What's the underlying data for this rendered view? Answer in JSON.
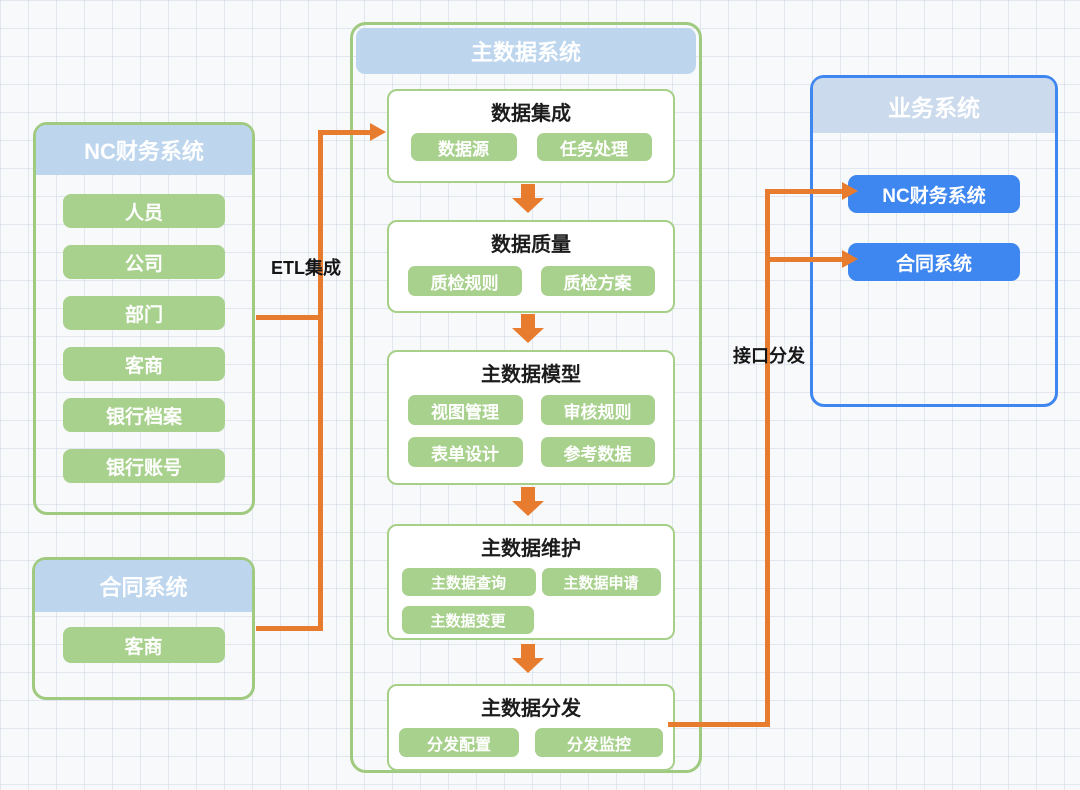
{
  "colors": {
    "orange": "#e87c2e",
    "green_border": "#9fca80",
    "green_chip": "#a9d18e",
    "header_blue": "#bdd6ee",
    "business_header_blue": "#cbdaec",
    "blue": "#3e86f0",
    "background": "#f8f9fb"
  },
  "left_panels": {
    "nc_finance": {
      "title": "NC财务系统",
      "items": [
        "人员",
        "公司",
        "部门",
        "客商",
        "银行档案",
        "银行账号"
      ]
    },
    "contract": {
      "title": "合同系统",
      "items": [
        "客商"
      ]
    }
  },
  "center_panel": {
    "title": "主数据系统",
    "sections": [
      {
        "title": "数据集成",
        "items": [
          "数据源",
          "任务处理"
        ]
      },
      {
        "title": "数据质量",
        "items": [
          "质检规则",
          "质检方案"
        ]
      },
      {
        "title": "主数据模型",
        "items": [
          "视图管理",
          "审核规则",
          "表单设计",
          "参考数据"
        ]
      },
      {
        "title": "主数据维护",
        "items": [
          "主数据查询",
          "主数据申请",
          "主数据变更"
        ]
      },
      {
        "title": "主数据分发",
        "items": [
          "分发配置",
          "分发监控"
        ]
      }
    ]
  },
  "right_panel": {
    "title": "业务系统",
    "items": [
      "NC财务系统",
      "合同系统"
    ]
  },
  "labels": {
    "etl": "ETL集成",
    "dispatch": "接口分发"
  }
}
